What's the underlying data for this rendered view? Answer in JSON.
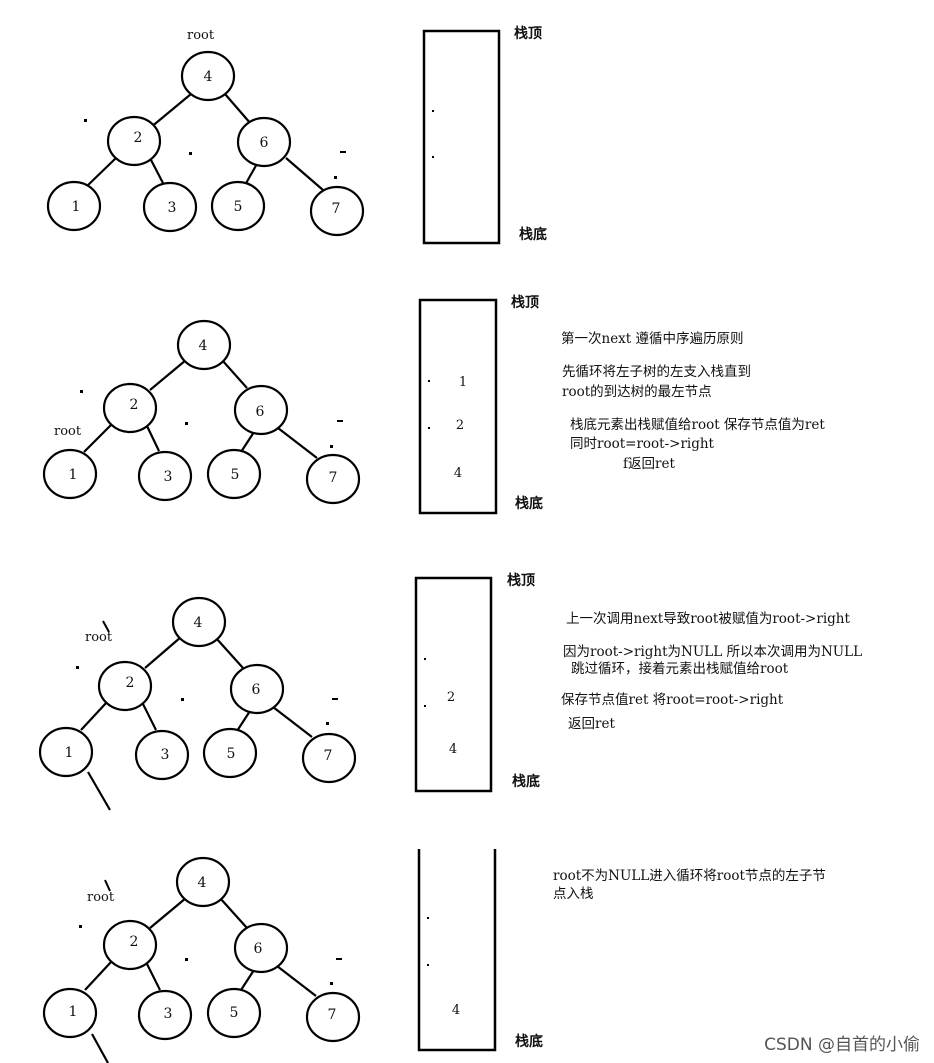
{
  "panels": [
    {
      "root_label": "root",
      "tree": {
        "n4": "4",
        "n2": "2",
        "n6": "6",
        "n1": "1",
        "n3": "3",
        "n5": "5",
        "n7": "7"
      },
      "stack": {
        "top_label": "栈顶",
        "bottom_label": "栈底",
        "items": []
      },
      "notes": []
    },
    {
      "root_label": "root",
      "tree": {
        "n4": "4",
        "n2": "2",
        "n6": "6",
        "n1": "1",
        "n3": "3",
        "n5": "5",
        "n7": "7"
      },
      "stack": {
        "top_label": "栈顶",
        "bottom_label": "栈底",
        "items": [
          "1",
          "2",
          "4"
        ]
      },
      "notes": [
        "第一次next 遵循中序遍历原则",
        "先循环将左子树的左支入栈直到",
        "root的到达树的最左节点",
        "栈底元素出栈赋值给root 保存节点值为ret",
        "同时root=root->right",
        "f返回ret"
      ]
    },
    {
      "root_label": "root",
      "tree": {
        "n4": "4",
        "n2": "2",
        "n6": "6",
        "n1": "1",
        "n3": "3",
        "n5": "5",
        "n7": "7"
      },
      "stack": {
        "top_label": "栈顶",
        "bottom_label": "栈底",
        "items": [
          "2",
          "4"
        ]
      },
      "notes": [
        "上一次调用next导致root被赋值为root->right",
        "因为root->right为NULL 所以本次调用为NULL",
        "跳过循环，接着元素出栈赋值给root",
        "保存节点值ret 将root=root->right",
        "返回ret"
      ]
    },
    {
      "root_label": "root",
      "tree": {
        "n4": "4",
        "n2": "2",
        "n6": "6",
        "n1": "1",
        "n3": "3",
        "n5": "5",
        "n7": "7"
      },
      "stack": {
        "top_label": "",
        "bottom_label": "栈底",
        "items": [
          "4"
        ]
      },
      "notes": [
        "root不为NULL进入循环将root节点的左子节",
        "点入栈"
      ]
    }
  ],
  "watermark": "CSDN @自首的小偷"
}
